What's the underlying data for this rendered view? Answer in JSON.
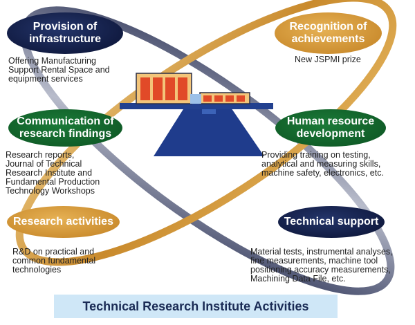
{
  "nodes": {
    "provision": {
      "title": "Provision of\ninfrastructure",
      "description": "Offering Manufacturing\nSupport Rental Space and\nequipment services"
    },
    "recognition": {
      "title": "Recognition of\nachievements",
      "description": "New JSPMI prize"
    },
    "communication": {
      "title": "Communication of\nresearch findings",
      "description": "Research reports,\nJournal of Technical\nResearch Institute and\nFundamental Production\nTechnology Workshops"
    },
    "human": {
      "title": "Human resource\ndevelopment",
      "description": "Providing training on testing,\nanalytical and measuring skills,\nmachine safety, electronics, etc."
    },
    "research": {
      "title": "Research activities",
      "description": "R&D on practical and\ncommon fundamental\ntechnologies"
    },
    "technical": {
      "title": "Technical support",
      "description": "Material tests, instrumental analyses,\nfine measurements, machine tool\npositioning accuracy measurements,\nMachining Data File, etc."
    }
  },
  "caption": "Technical Research Institute Activities",
  "colors": {
    "navy": "#101a40",
    "green": "#0f5a26",
    "gold": "#c98a2c",
    "caption_bg": "#cfe7f7",
    "scale_blue": "#22408f"
  }
}
